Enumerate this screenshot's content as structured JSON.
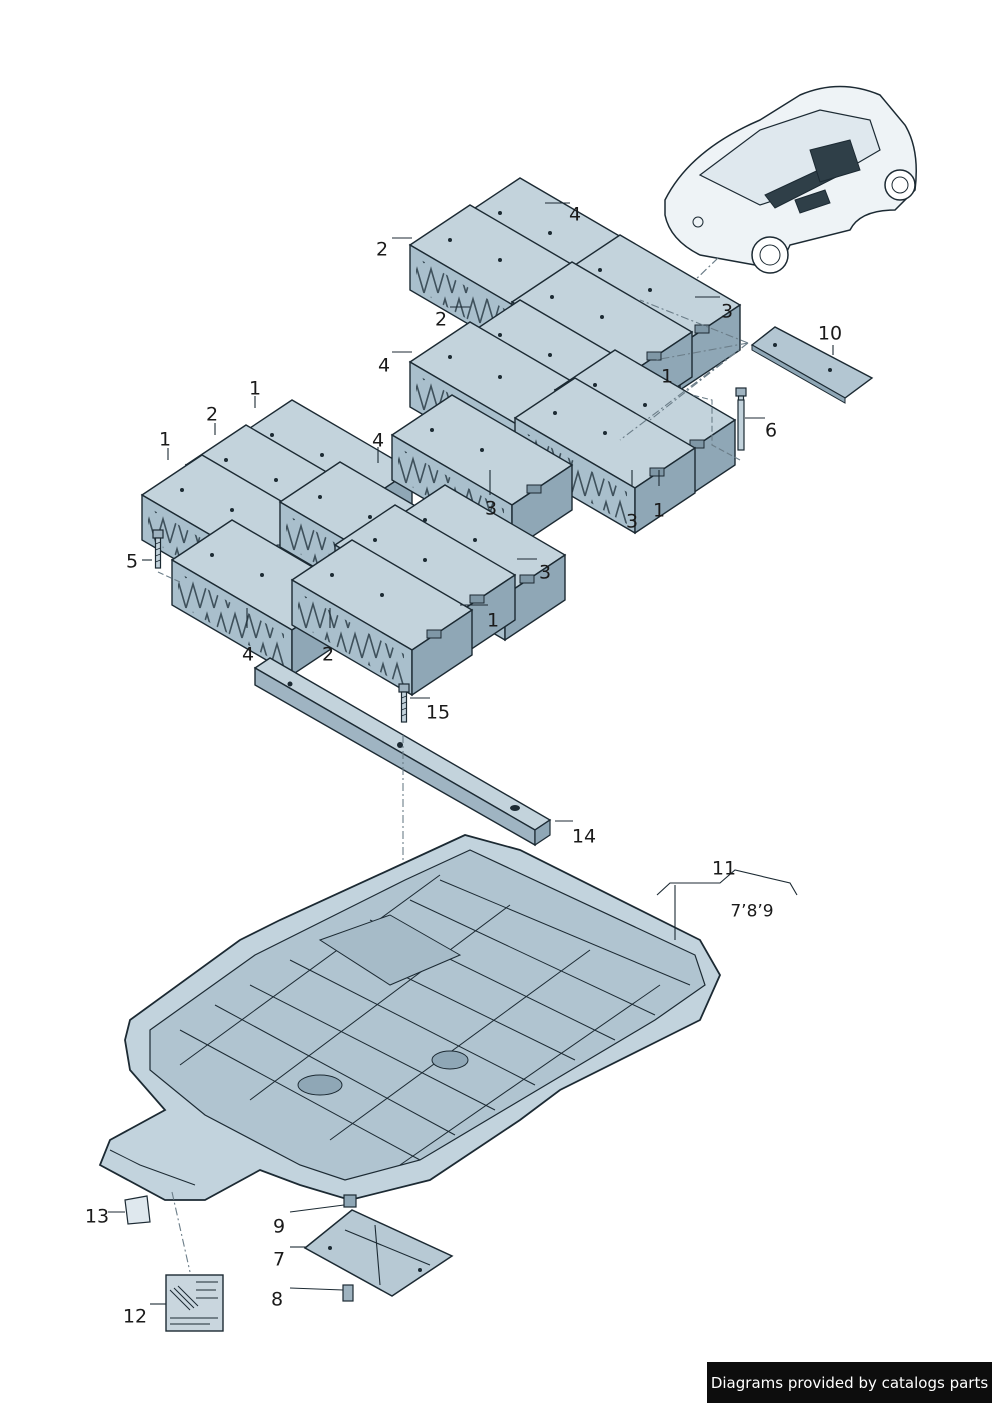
{
  "callouts": {
    "c4_top": "4",
    "c2_top": "2",
    "c3_topright": "3",
    "c2_mid": "2",
    "c10": "10",
    "c4_mid": "4",
    "c1_mid": "1",
    "c6": "6",
    "c1_left": "1",
    "c2_left": "2",
    "c1_leftb": "1",
    "c4_left": "4",
    "c3_center": "3",
    "c3_right": "3",
    "c1_right": "1",
    "c5": "5",
    "c3_lower": "3",
    "c1_lower": "1",
    "c4_bottom": "4",
    "c2_bottom": "2",
    "c15": "15",
    "c14": "14",
    "c11": "11",
    "c11_refs": "7’8’9",
    "c13": "13",
    "c9": "9",
    "c7": "7",
    "c8": "8",
    "c12": "12"
  },
  "credit": "Diagrams provided by catalogs parts",
  "colors": {
    "line": "#1c2a33",
    "module_fill": "#b7c9d4",
    "module_dark": "#8fa7b6",
    "tray_fill": "#c2d3dd",
    "car_fill": "#eef3f6"
  }
}
